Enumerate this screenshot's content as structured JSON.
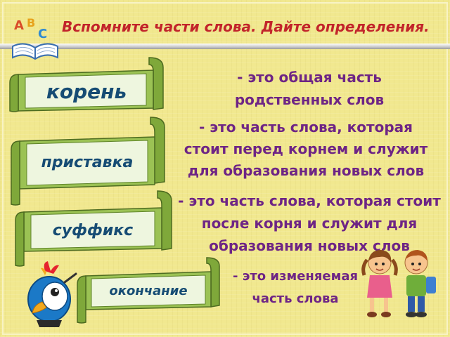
{
  "slide": {
    "title": "Вспомните части слова. Дайте определения.",
    "terms": [
      {
        "term": "корень",
        "definition": "- это общая часть родственных слов"
      },
      {
        "term": "приставка",
        "definition": "- это часть слова, которая стоит перед корнем и служит для образования новых слов"
      },
      {
        "term": "суффикс",
        "definition": "- это часть слова, которая стоит после корня и служит для образования новых слов"
      },
      {
        "term": "окончание",
        "definition": "- это изменяемая часть слова"
      }
    ]
  },
  "colors": {
    "background": "#f1e88f",
    "title": "#c2242b",
    "definition": "#6e2585",
    "term": "#164c74",
    "scroll": "#7fa83a",
    "scroll_inner": "#eef6df"
  },
  "icons": {
    "logo": "abc-book-icon",
    "mascot": "parrot-icon",
    "kids": "schoolchildren-icon"
  }
}
